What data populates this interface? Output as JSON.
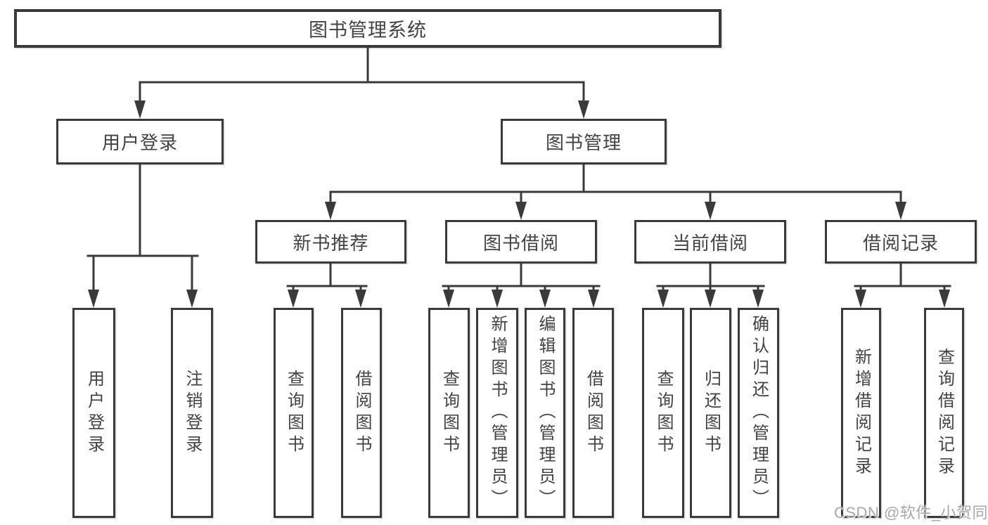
{
  "diagram": {
    "root": "图书管理系统",
    "level2": {
      "user_login": "用户登录",
      "book_mgmt": "图书管理"
    },
    "level3": {
      "new_book_recommend": "新书推荐",
      "book_borrow": "图书借阅",
      "current_borrow": "当前借阅",
      "borrow_record": "借阅记录"
    },
    "leaves": {
      "user_login": "用户登录",
      "logout": "注销登录",
      "nb_query": "查询图书",
      "nb_borrow": "借阅图书",
      "bb_query": "查询图书",
      "bb_add": "新增图书（管理员）",
      "bb_edit": "编辑图书（管理员）",
      "bb_borrow": "借阅图书",
      "cb_query": "查询图书",
      "cb_return": "归还图书",
      "cb_confirm": "确认归还（管理员）",
      "br_add": "新增借阅记录",
      "br_query": "查询借阅记录"
    }
  },
  "watermark": "CSDN @软件_小贺同学",
  "colors": {
    "line": "#3a3a3a",
    "text": "#434343",
    "background": "#ffffff",
    "watermark": "#a8a8a8"
  }
}
